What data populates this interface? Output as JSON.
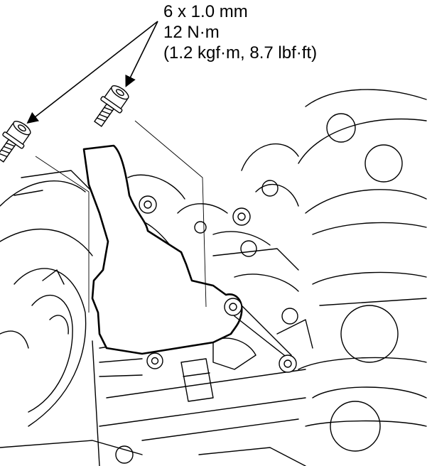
{
  "callout": {
    "bolt_size": "6 x 1.0 mm",
    "torque_nm": "12 N·m",
    "torque_alt": "(1.2 kgf·m, 8.7 lbf·ft)"
  },
  "icons": {
    "bolt_left": "bolt-icon",
    "bolt_right": "bolt-icon",
    "bracket": "bracket-icon"
  }
}
